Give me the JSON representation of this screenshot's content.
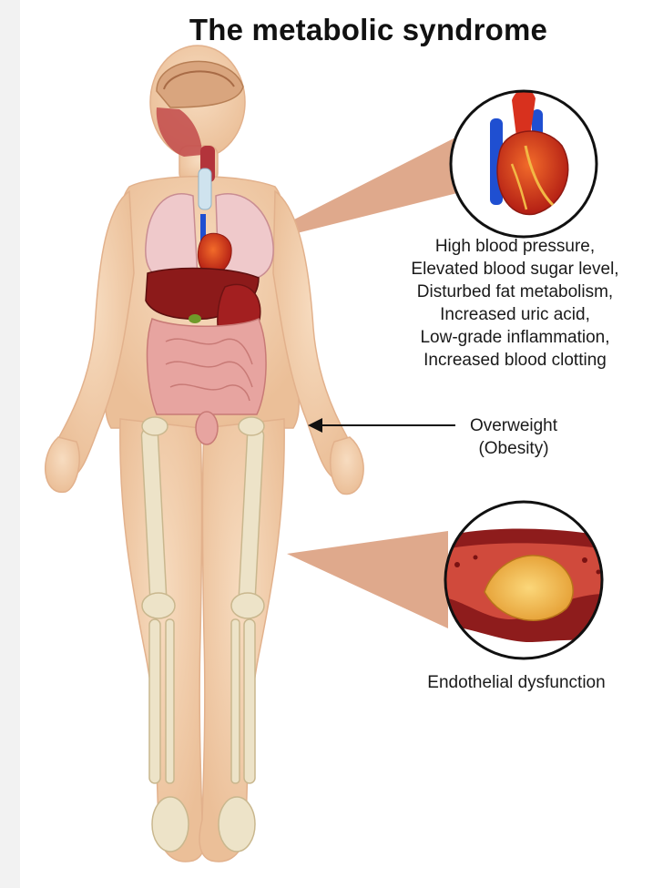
{
  "title": "The metabolic syndrome",
  "heart_callout": {
    "lines": [
      "High blood pressure,",
      "Elevated blood sugar level,",
      "Disturbed fat metabolism,",
      "Increased uric acid,",
      "Low-grade inflammation,",
      "Increased blood clotting"
    ]
  },
  "obesity_callout": {
    "line1": "Overweight",
    "line2": "(Obesity)"
  },
  "vessel_callout": {
    "label": "Endothelial dysfunction"
  },
  "colors": {
    "skin": "#f3cfae",
    "skin_shade": "#e7b892",
    "bone": "#ede3c8",
    "lung": "#efc9cb",
    "liver": "#8c1a1a",
    "intestine": "#e7a4a0",
    "heart": "#d8311e",
    "vein": "#1f4fd1",
    "plaque": "#f2b845"
  }
}
